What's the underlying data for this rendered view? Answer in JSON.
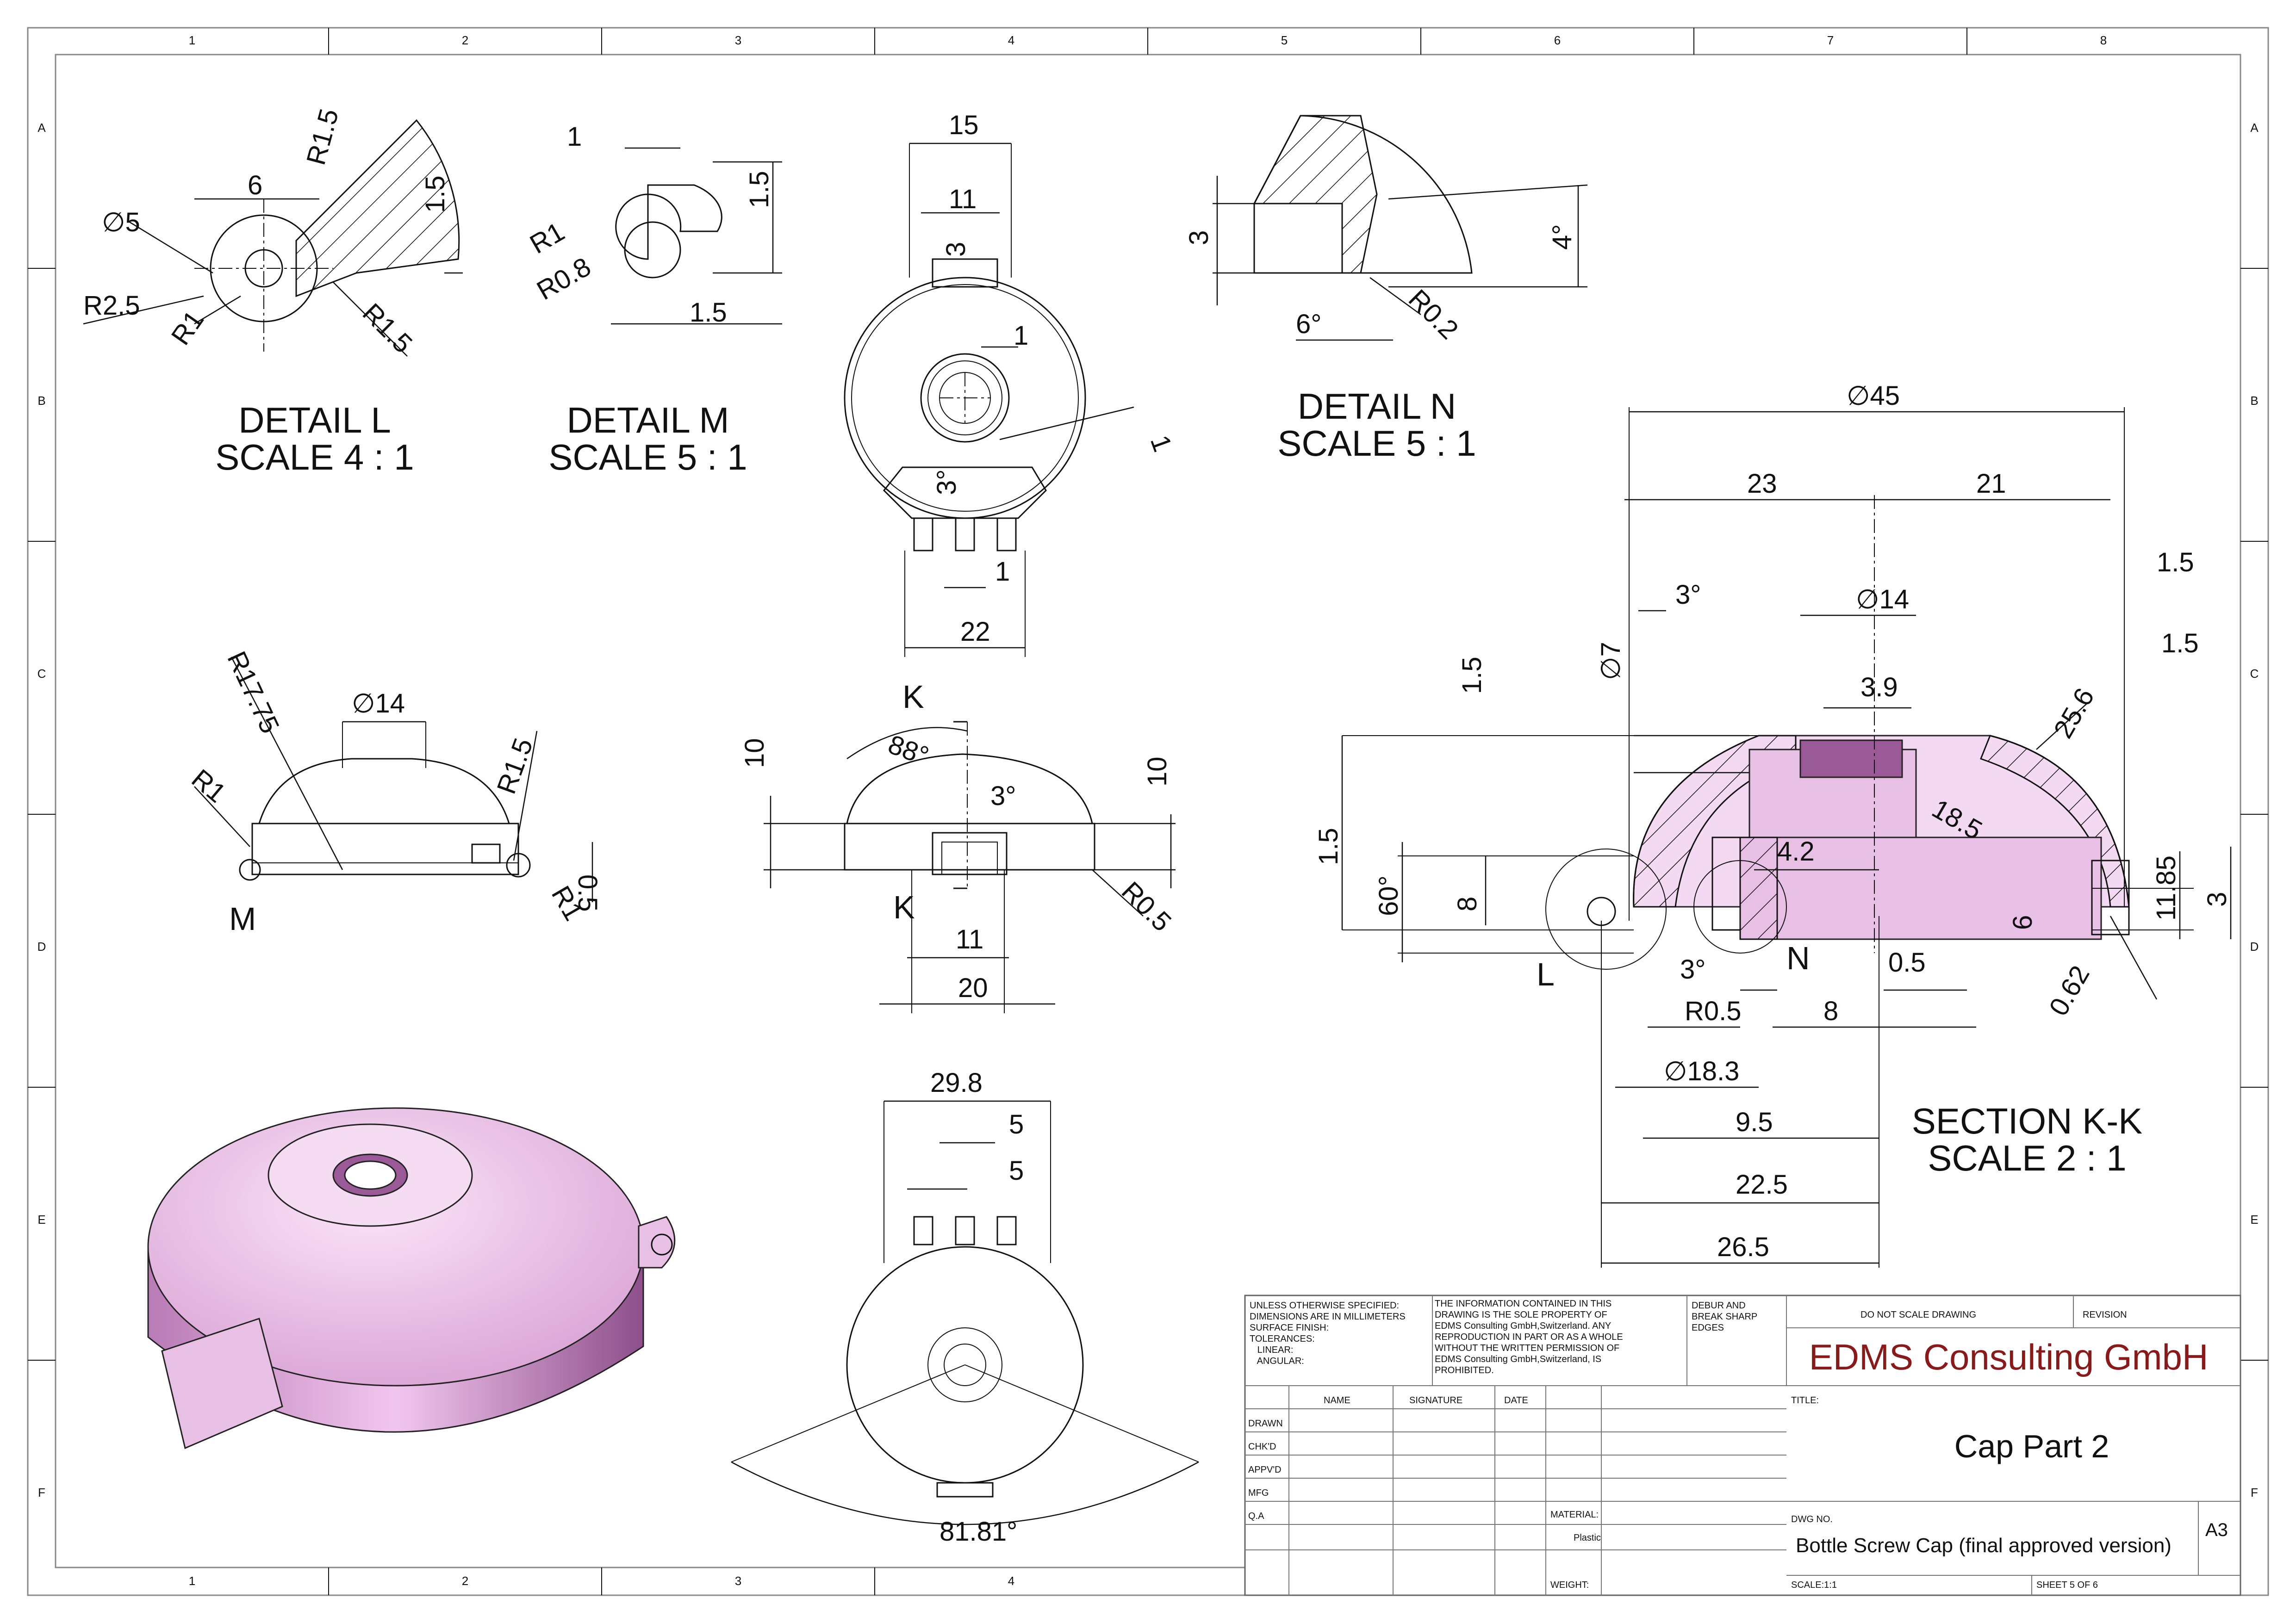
{
  "grid": {
    "columns": [
      "1",
      "2",
      "3",
      "4",
      "5",
      "6",
      "7",
      "8"
    ],
    "bottom_columns": [
      "1",
      "2",
      "3",
      "4"
    ],
    "rows": [
      "A",
      "B",
      "C",
      "D",
      "E",
      "F"
    ]
  },
  "views": {
    "detail_l": {
      "title": "DETAIL L",
      "scale": "SCALE 4 : 1",
      "dims": [
        "6",
        "R1.5",
        "1.5",
        "∅5",
        "R2.5",
        "R1",
        "R1.5"
      ]
    },
    "detail_m": {
      "title": "DETAIL M",
      "scale": "SCALE 5 : 1",
      "dims": [
        "1",
        "1.5",
        "R1",
        "R0.8",
        "1.5"
      ]
    },
    "detail_n": {
      "title": "DETAIL N",
      "scale": "SCALE 5 : 1",
      "dims": [
        "3",
        "4°",
        "6°",
        "R0.2"
      ]
    },
    "top_view": {
      "dims": [
        "15",
        "11",
        "3",
        "1",
        "1",
        "3°",
        "1",
        "22"
      ]
    },
    "front_view": {
      "dims": [
        "R17.75",
        "∅14",
        "R1",
        "R1.5",
        "0.5",
        "R1"
      ],
      "labels": [
        "M"
      ]
    },
    "side_view": {
      "dims": [
        "88°",
        "10",
        "3°",
        "10",
        "R0.5",
        "11",
        "20"
      ],
      "labels": [
        "K",
        "K"
      ]
    },
    "bottom_view": {
      "dims": [
        "29.8",
        "5",
        "5",
        "81.81°"
      ]
    },
    "section_kk": {
      "title": "SECTION K-K",
      "scale": "SCALE 2 : 1",
      "dims": [
        "∅45",
        "23",
        "21",
        "1.5",
        "3°",
        "∅14",
        "1.5",
        "1.5",
        "3.9",
        "∅7",
        "1.5",
        "18.5",
        "60°",
        "8",
        "4.2",
        "11.85",
        "3",
        "6",
        "3°",
        "0.5",
        "0.62",
        "R0.5",
        "8",
        "∅18.3",
        "9.5",
        "22.5",
        "26.5",
        "25.6"
      ],
      "labels": [
        "L",
        "N"
      ]
    }
  },
  "title_block": {
    "tolerance_lines": [
      "UNLESS OTHERWISE SPECIFIED:",
      "DIMENSIONS ARE IN MILLIMETERS",
      "SURFACE FINISH:",
      "TOLERANCES:",
      "   LINEAR:",
      "   ANGULAR:"
    ],
    "property_lines": [
      "THE INFORMATION CONTAINED IN THIS",
      "DRAWING IS THE SOLE PROPERTY OF",
      "EDMS Consulting GmbH,Switzerland.  ANY",
      "REPRODUCTION IN PART OR AS A WHOLE",
      "WITHOUT THE WRITTEN PERMISSION OF",
      "EDMS Consulting GmbH,Switzerland, IS",
      "PROHIBITED."
    ],
    "debur_lines": [
      "DEBUR AND",
      "BREAK SHARP",
      "EDGES"
    ],
    "do_not_scale": "DO NOT SCALE DRAWING",
    "revision_label": "REVISION",
    "company": "EDMS Consulting GmbH",
    "headers": {
      "name": "NAME",
      "signature": "SIGNATURE",
      "date": "DATE"
    },
    "roles": [
      "DRAWN",
      "CHK'D",
      "APPV'D",
      "MFG",
      "Q.A"
    ],
    "title_label": "TITLE:",
    "title": "Cap Part 2",
    "material_label": "MATERIAL:",
    "material": "Plastic",
    "weight_label": "WEIGHT:",
    "dwg_no_label": "DWG NO.",
    "dwg_no": "Bottle Screw Cap (final approved version)",
    "size": "A3",
    "scale": "SCALE:1:1",
    "sheet": "SHEET 5 OF 6"
  },
  "colors": {
    "part_fill": "#e8bfe5",
    "company_text": "#8a1a1a"
  }
}
